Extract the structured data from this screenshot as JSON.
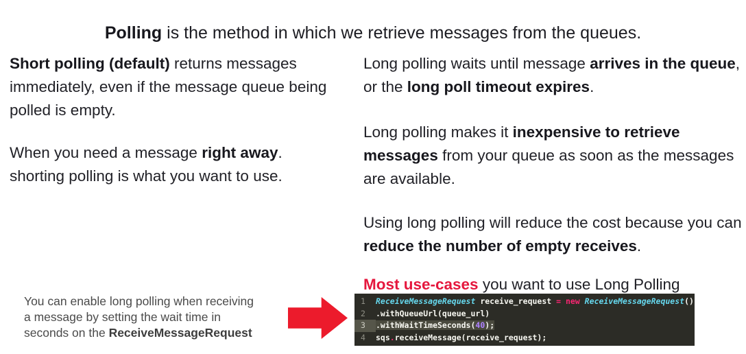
{
  "colors": {
    "text_main": "#212127",
    "text_caption": "#4a4a4a",
    "accent_red_text": "#e5173d",
    "arrow_red": "#ec1b2c",
    "code_background": "#2c2c26",
    "code_foreground": "#f8f8f2",
    "code_type_cyan": "#66d9ef",
    "code_keyword_pink": "#f92672",
    "code_number_purple": "#ae81ff",
    "code_highlight_line": "#4a4a3e"
  },
  "title": {
    "bold": "Polling",
    "rest": " is the method in which we retrieve messages from the queues."
  },
  "left_column": {
    "para1": {
      "bold": "Short polling (default)",
      "rest": " returns messages immediately, even if the message queue being polled is empty."
    },
    "para2": {
      "pre": "When you need a message ",
      "bold": "right away",
      "post": ". shorting polling is what you want to use."
    }
  },
  "right_column": {
    "para1": {
      "pre": "Long polling waits until message ",
      "bold1": "arrives in the queue",
      "mid": ", or the ",
      "bold2": "long poll timeout expires",
      "post": "."
    },
    "para2": {
      "pre": "Long polling makes it ",
      "bold": "inexpensive to retrieve messages",
      "post": " from your queue as soon as the messages are available."
    },
    "para3": {
      "pre": "Using long polling will reduce the cost because you can ",
      "bold": "reduce the number of empty receives",
      "post": "."
    },
    "para4": {
      "highlight": "Most use-cases",
      "post": " you want to use Long Polling"
    }
  },
  "caption": {
    "line1": "You can enable long polling when receiving",
    "line2": "a message by setting the wait time in",
    "line3_pre": "seconds on the ",
    "line3_bold": "ReceiveMessageRequest"
  },
  "code_block": {
    "line_numbers": [
      "1",
      "2",
      "3",
      "4"
    ],
    "line1": {
      "type1": "ReceiveMessageRequest",
      "plain1": " receive_request ",
      "keyword": "= new",
      "plain2": " ",
      "type2": "ReceiveMessageRequest",
      "plain3": "()"
    },
    "line2": {
      "text": ".withQueueUrl(queue_url)"
    },
    "line3": {
      "pre": ".withWaitTimeSeconds(",
      "number": "40",
      "post": ");"
    },
    "line4": {
      "obj": "sqs",
      "dot": ".",
      "rest": "receiveMessage(receive_request);"
    }
  }
}
